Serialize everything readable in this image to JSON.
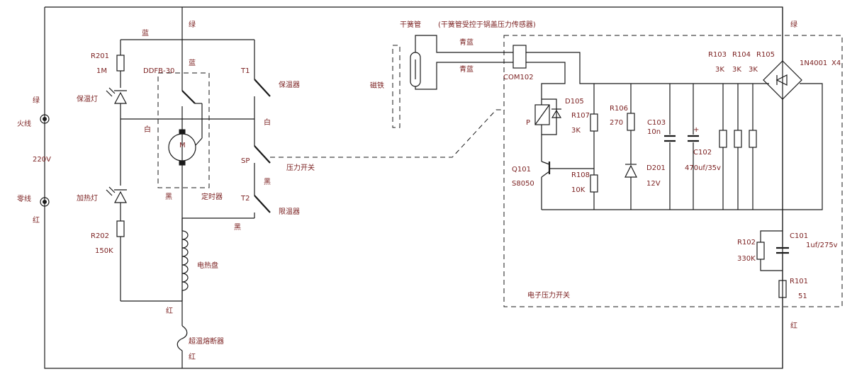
{
  "colors": {
    "wire": "#1a1a1a",
    "label": "#7a1f1f",
    "background": "#ffffff"
  },
  "left": {
    "live": "火线",
    "neutral": "零线",
    "voltage": "220V",
    "green": "绿",
    "red": "红"
  },
  "lamps": {
    "keep_warm_lamp": "保温灯",
    "heating_lamp": "加热灯",
    "r201": "R201",
    "r201_val": "1M",
    "r202": "R202",
    "r202_val": "150K"
  },
  "wire_colors": {
    "blue": "蓝",
    "green": "绿",
    "white": "白",
    "black": "黑",
    "red": "红",
    "cyan_blue": "青蓝"
  },
  "timer": {
    "model": "DDFB-30",
    "motor": "M",
    "label": "定时器"
  },
  "switches": {
    "t1": "T1",
    "t1_label": "保温器",
    "sp": "SP",
    "sp_label": "压力开关",
    "t2": "T2",
    "t2_label": "限温器"
  },
  "heater": {
    "label": "电热盘"
  },
  "fuse": {
    "label": "超温熔断器"
  },
  "reed": {
    "label": "干簧管",
    "note": "(干簧管受控于锅盖压力传感器)",
    "magnet": "磁铁",
    "com": "COM102"
  },
  "circuit": {
    "title": "电子压力开关",
    "d105": "D105",
    "p": "P",
    "r107": "R107",
    "r107_val": "3K",
    "q101": "Q101",
    "q101_model": "S8050",
    "r108": "R108",
    "r108_val": "10K",
    "r106": "R106",
    "r106_val": "270",
    "d201": "D201",
    "d201_val": "12V",
    "c103": "C103",
    "c103_val": "10n",
    "c102": "C102",
    "c102_val": "470uf/35v",
    "r103": "R103",
    "r104": "R104",
    "r105": "R105",
    "r103_val": "3K",
    "r104_val": "3K",
    "r105_val": "3K",
    "bridge": "1N4001",
    "bridge_qty": "X4",
    "r102": "R102",
    "r102_val": "330K",
    "c101": "C101",
    "c101_val": "1uf/275v",
    "r101": "R101",
    "r101_val": "51"
  }
}
